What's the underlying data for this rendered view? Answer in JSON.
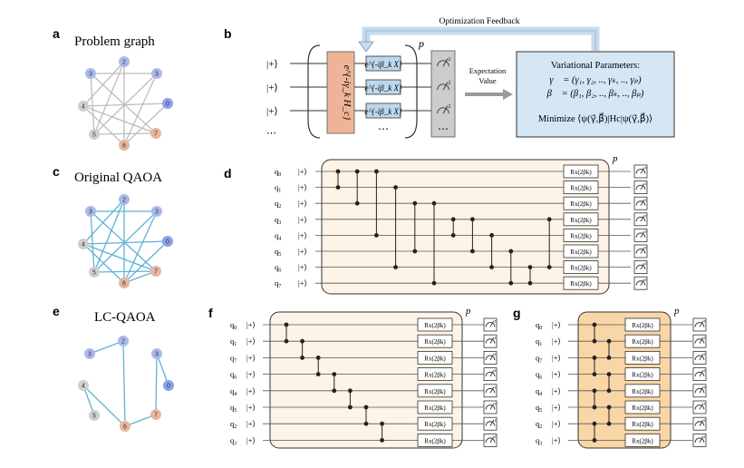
{
  "panels": {
    "a": {
      "letter": "a",
      "title": "Problem graph"
    },
    "b": {
      "letter": "b"
    },
    "c": {
      "letter": "c",
      "title": "Original QAOA"
    },
    "d": {
      "letter": "d"
    },
    "e": {
      "letter": "e",
      "title": "LC-QAOA"
    },
    "f": {
      "letter": "f"
    },
    "g": {
      "letter": "g"
    }
  },
  "colors": {
    "node_blue": "#aab9ea",
    "node_blue_dark": "#8aa0ee",
    "node_grey": "#cfcfcf",
    "node_orange": "#e8b59d",
    "edge_grey": "#bdbdbd",
    "edge_blue": "#5fb2d6",
    "circuit_bg_light": "#fdf3e6",
    "circuit_bg_dark": "#f8d6a6",
    "cost_box": "#efb497",
    "mixer_box": "#bcd8ee",
    "feedback_box": "#d5e6f4",
    "measure_box": "#cccccc"
  },
  "graph_nodes": {
    "n2": {
      "label": "2",
      "color": "blue"
    },
    "n3_left": {
      "label": "3",
      "color": "blue"
    },
    "n3_right": {
      "label": "3",
      "color": "blue"
    },
    "n0": {
      "label": "0",
      "color": "blue_dark"
    },
    "n4": {
      "label": "4",
      "color": "grey"
    },
    "n5": {
      "label": "5",
      "color": "grey"
    },
    "n6": {
      "label": "6",
      "color": "orange"
    },
    "n7": {
      "label": "7",
      "color": "orange"
    }
  },
  "graph_edges": {
    "problem": [
      [
        "n2",
        "n5"
      ],
      [
        "n2",
        "n6"
      ],
      [
        "n2",
        "n4"
      ],
      [
        "n3_left",
        "n3_right"
      ],
      [
        "n3_left",
        "n7"
      ],
      [
        "n3_left",
        "n5"
      ],
      [
        "n3_right",
        "n5"
      ],
      [
        "n3_right",
        "n6"
      ],
      [
        "n0",
        "n4"
      ],
      [
        "n0",
        "n6"
      ],
      [
        "n4",
        "n6"
      ],
      [
        "n4",
        "n7"
      ],
      [
        "n5",
        "n7"
      ]
    ],
    "original": [
      [
        "n2",
        "n6"
      ],
      [
        "n2",
        "n4"
      ],
      [
        "n2",
        "n5"
      ],
      [
        "n3_left",
        "n3_right"
      ],
      [
        "n3_left",
        "n7"
      ],
      [
        "n3_left",
        "n5"
      ],
      [
        "n3_right",
        "n5"
      ],
      [
        "n3_right",
        "n6"
      ],
      [
        "n0",
        "n4"
      ],
      [
        "n0",
        "n6"
      ],
      [
        "n4",
        "n6"
      ],
      [
        "n4",
        "n7"
      ],
      [
        "n5",
        "n7"
      ],
      [
        "n6",
        "n7"
      ]
    ],
    "lc": [
      [
        "n2",
        "n3_left"
      ],
      [
        "n2",
        "n6"
      ],
      [
        "n4",
        "n5"
      ],
      [
        "n4",
        "n6"
      ],
      [
        "n3_right",
        "n0"
      ],
      [
        "n3_right",
        "n7"
      ],
      [
        "n6",
        "n7"
      ]
    ]
  },
  "circuit_b": {
    "inputs": [
      "|+⟩",
      "|+⟩",
      "|+⟩",
      "⋯"
    ],
    "cost_label": "e^{-iγ_k H_c}",
    "mixers": [
      "e^{-iβ_k X}",
      "e^{-iβ_k X}",
      "e^{-iβ_k X}",
      "⋯"
    ],
    "repeat": "p",
    "measure_symbol": "z",
    "ellipsis": "⋯",
    "feedback_label": "Optimization Feedback",
    "expectation_line1": "Expectation",
    "expectation_line2": "Value",
    "params_title": "Variational Parameters:",
    "gamma_line": "γ⃗ = (γ₁, γ₂, .., γₖ, .., γₚ)",
    "beta_line": "β⃗ = (β₁, β₂, .., βₖ, .., βₚ)",
    "minimize_line": "Minimize ⟨ψ(γ⃗,β⃗)|Hc|ψ(γ⃗,β⃗)⟩"
  },
  "circuit_d": {
    "qubits": [
      "q0",
      "q1",
      "q2",
      "q3",
      "q4",
      "q5",
      "q6",
      "q7"
    ],
    "input_state": "|+⟩",
    "gates": [
      [
        0,
        1
      ],
      [
        0,
        2
      ],
      [
        0,
        4
      ],
      [
        1,
        6
      ],
      [
        2,
        5
      ],
      [
        2,
        7
      ],
      [
        3,
        4
      ],
      [
        3,
        5
      ],
      [
        4,
        6
      ],
      [
        5,
        7
      ],
      [
        6,
        7
      ],
      [
        3,
        6
      ]
    ],
    "rx_label": "Rx(2βk)",
    "repeat": "p"
  },
  "circuit_f": {
    "qubits": [
      "q0",
      "q1",
      "q7",
      "q6",
      "q4",
      "q5",
      "q2",
      "q3"
    ],
    "input_state": "|+⟩",
    "gates": [
      [
        0,
        1
      ],
      [
        1,
        2
      ],
      [
        2,
        3
      ],
      [
        3,
        4
      ],
      [
        4,
        5
      ],
      [
        5,
        6
      ],
      [
        6,
        7
      ]
    ],
    "rx_label": "Rx(2βk)",
    "repeat": "p"
  },
  "circuit_g": {
    "qubits": [
      "q0",
      "q1",
      "q7",
      "q6",
      "q4",
      "q5",
      "q2",
      "q3"
    ],
    "input_state": "|+⟩",
    "gates_col1": [
      [
        0,
        1
      ],
      [
        2,
        3
      ],
      [
        4,
        5
      ],
      [
        6,
        7
      ]
    ],
    "gates_col2": [
      [
        1,
        2
      ],
      [
        3,
        4
      ],
      [
        5,
        6
      ]
    ],
    "rx_label": "Rx(2βk)",
    "repeat": "p"
  }
}
